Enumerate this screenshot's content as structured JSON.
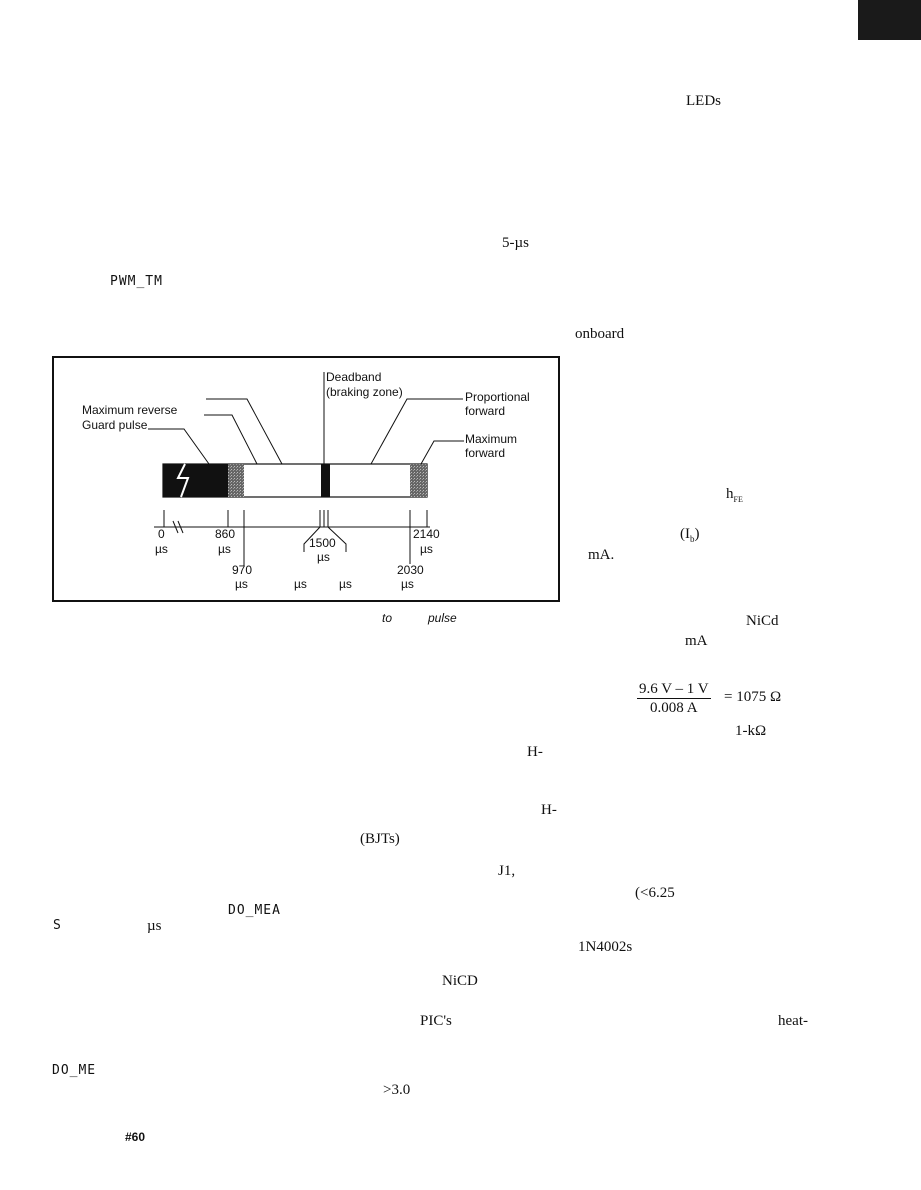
{
  "body_fragments": {
    "leds": "LEDs",
    "five_us": "5-µs",
    "pwm_tm": "PWM_TM",
    "onboard": "onboard",
    "hfe_h": "h",
    "hfe_sub": "FE",
    "ib": "(I",
    "ib_sub": "b",
    "ib_close": ")",
    "ma1": "mA.",
    "nicd1": "NiCd",
    "ma2": "mA",
    "one_k": "1-kΩ",
    "h_dash1": "H-",
    "h_dash2": "H-",
    "bjts": "(BJTs)",
    "j1": "J1,",
    "lt625": "(<6.25",
    "do_mea": "DO_MEA",
    "s_char": "S",
    "us_frag": "µs",
    "n4002": "1N4002s",
    "nicd2": "NiCD",
    "pics": "PIC's",
    "heat": "heat-",
    "do_me": "DO_ME",
    "gt30": ">3.0",
    "issue": "#60"
  },
  "equation": {
    "numerator": "9.6 V – 1 V",
    "denominator": "0.008 A",
    "result": "= 1075 Ω"
  },
  "figure": {
    "labels": {
      "deadband": "Deadband",
      "braking_zone": "(braking zone)",
      "proportional": "Proportional",
      "forward1": "forward",
      "maximum": "Maximum",
      "forward2": "forward",
      "max_reverse": "Maximum reverse",
      "guard_pulse": "Guard pulse",
      "t0": "0",
      "t860": "860",
      "t1500": "1500",
      "t2140": "2140",
      "t970": "970",
      "t2030": "2030",
      "us": "µs"
    },
    "caption_to": "to",
    "caption_pulse": "pulse"
  },
  "colors": {
    "corner_mark": "#1a1a1a",
    "dark_block": "#111111",
    "stipple": "#555555"
  }
}
